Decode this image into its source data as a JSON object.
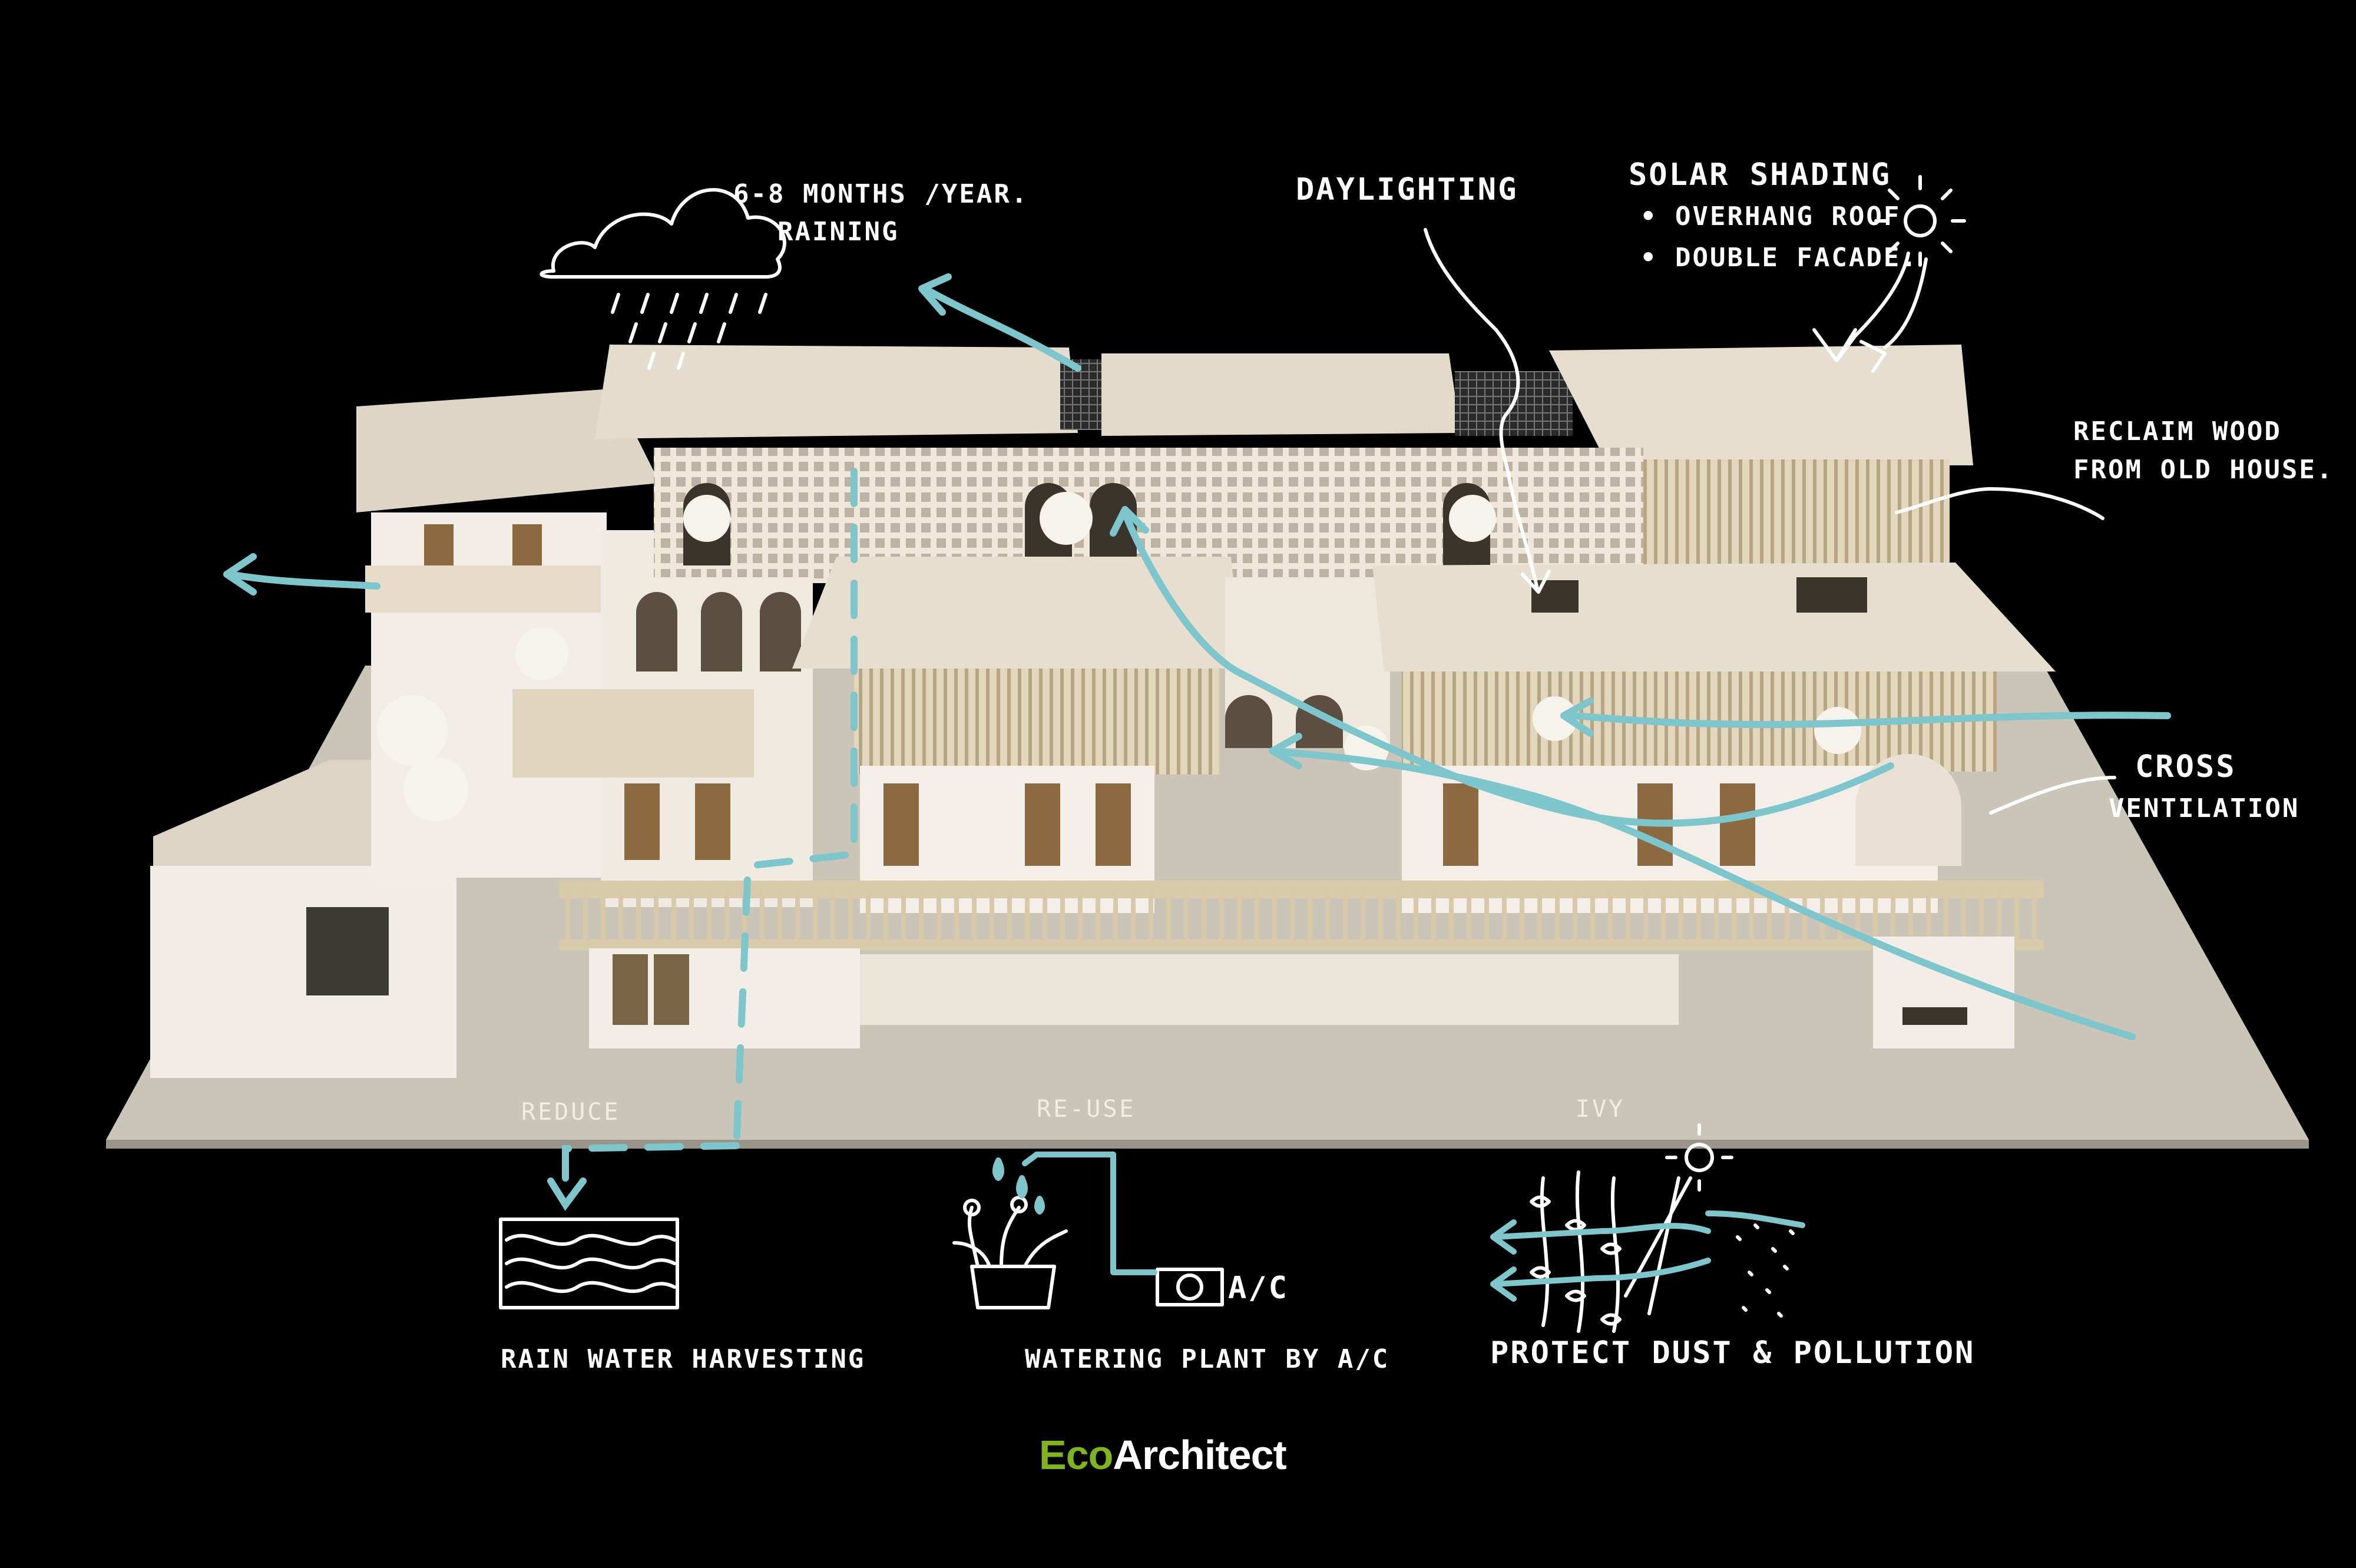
{
  "annotations": {
    "rain_line1": "6-8 months /year.",
    "rain_line2": "raining",
    "daylighting": "Daylighting",
    "solar_title": "Solar shading",
    "solar_item1": "• overhang roof",
    "solar_item2": "• double facade.",
    "reclaim_line1": "Reclaim wood",
    "reclaim_line2": "from old house.",
    "cross_line1": "Cross",
    "cross_line2": "ventilation"
  },
  "section_labels": {
    "reduce": "reduce",
    "reuse": "re-use",
    "ivy": "ivy"
  },
  "captions": {
    "rainwater": "Rain water harvesting",
    "watering": "watering plant by A/C",
    "ac_tag": "A/C",
    "pollution": "Protect dust & pollution"
  },
  "logo": {
    "eco": "Eco",
    "architect": "Architect"
  },
  "colors": {
    "background": "#000000",
    "model_wood": "#e6ddcc",
    "model_base": "#c9c3b6",
    "arrow_cyan": "#7cc6cc",
    "logo_green": "#7fb51a"
  }
}
